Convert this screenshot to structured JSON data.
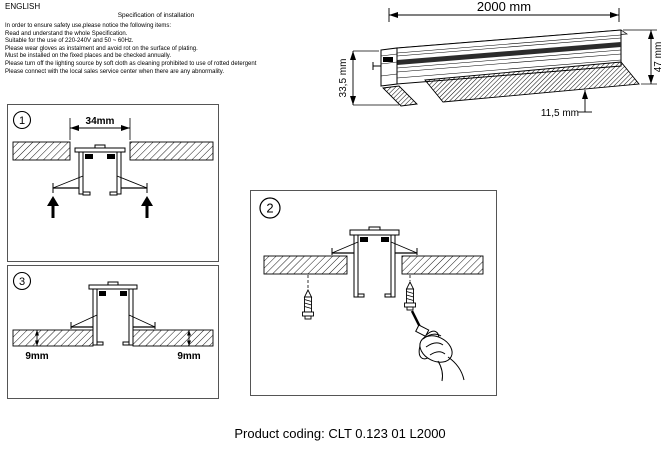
{
  "header": {
    "language": "ENGLISH",
    "title": "Specification of installation"
  },
  "instructions": [
    "In order to ensure safety use,please notice the following items:",
    "Read and understand the whole Specification.",
    "Suitable for the use of 220-240V and 50 ~ 60Hz.",
    "Please wear gloves as instalment and avoid rot on the surface of plating.",
    "Must be installed on the fixed places and be checked annually.",
    "Please turn off the lighting source by soft cloth as cleaning prohibited to use of rotted detergent",
    "Please connect with the local sales service center when there are any abnormality."
  ],
  "profile_drawing": {
    "length_dim": "2000 mm",
    "recess_height_dim": "33,5 mm",
    "overall_height_dim": "47 mm",
    "flange_offset_dim": "11,5 mm"
  },
  "steps": {
    "step1": {
      "number": "1",
      "cutout_width_dim": "34mm"
    },
    "step2": {
      "number": "2"
    },
    "step3": {
      "number": "3",
      "panel_thickness_left_dim": "9mm",
      "panel_thickness_right_dim": "9mm"
    }
  },
  "footer": {
    "label": "Product coding:",
    "code": "CLT 0.123 01 L2000"
  },
  "colors": {
    "line": "#000000",
    "background": "#ffffff",
    "hatch": "#444444"
  }
}
